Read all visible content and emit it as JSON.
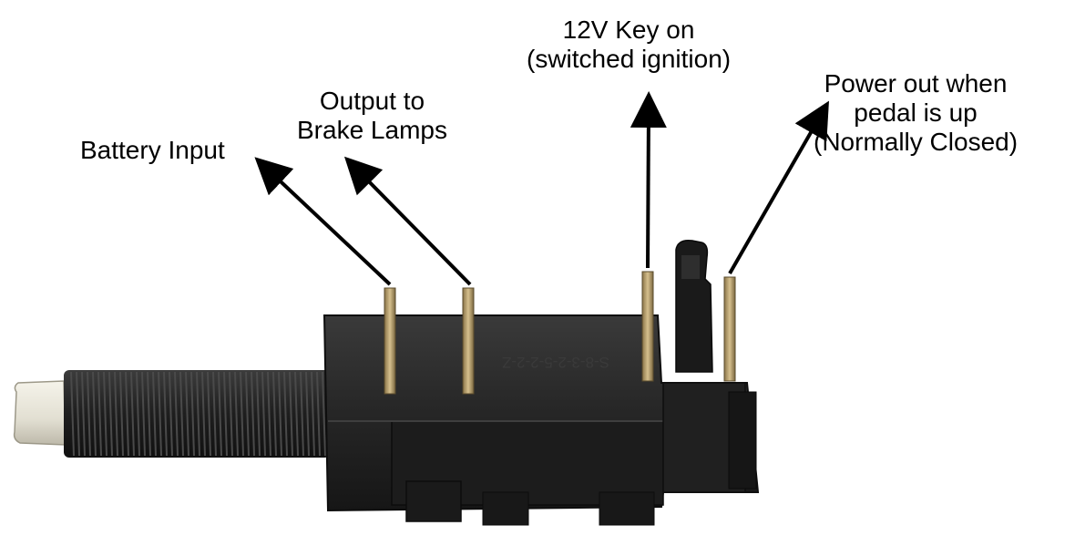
{
  "labels": {
    "battery_input": {
      "lines": [
        "Battery Input"
      ]
    },
    "output_to_brake_lamps": {
      "lines": [
        "Output to",
        "Brake Lamps"
      ]
    },
    "key_on": {
      "lines": [
        "12V Key on",
        "(switched ignition)"
      ]
    },
    "power_out": {
      "lines": [
        "Power out when",
        "pedal is up",
        "(Normally Closed)"
      ]
    }
  },
  "switch_markings": {
    "body_text": "S-8-3-2-5-2-2-Z"
  },
  "colors": {
    "background": "#ffffff",
    "switch_body": "#232323",
    "terminal_brass": "#b8a070",
    "plunger_cap": "#e8e6dc",
    "arrow": "#000000"
  }
}
